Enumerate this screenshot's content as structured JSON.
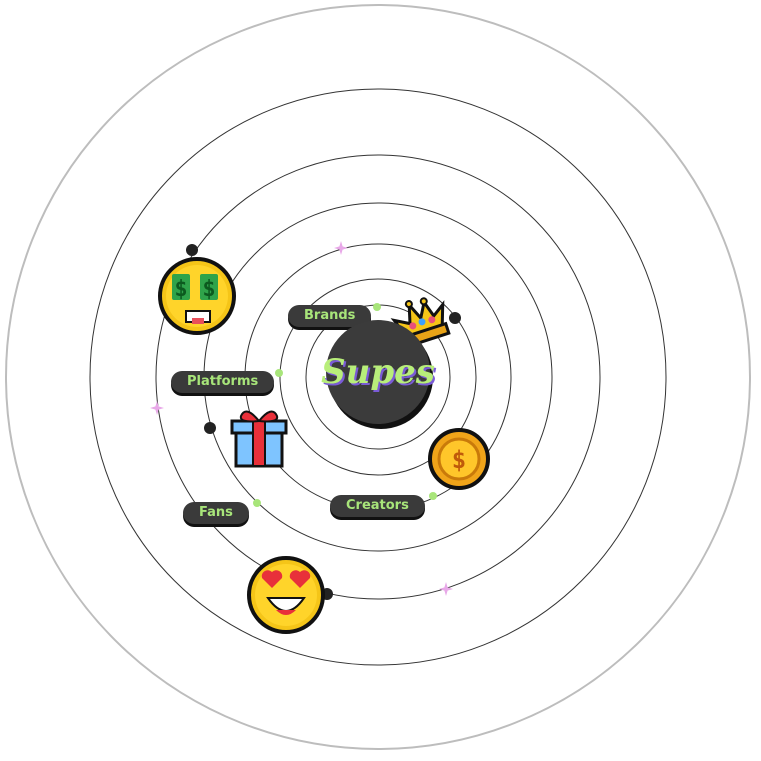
{
  "center": {
    "label": "Supes"
  },
  "nodes": [
    {
      "id": "brands",
      "label": "Brands"
    },
    {
      "id": "platforms",
      "label": "Platforms"
    },
    {
      "id": "creators",
      "label": "Creators"
    },
    {
      "id": "fans",
      "label": "Fans"
    }
  ],
  "icons": [
    "money-eyes-emoji-icon",
    "crown-icon",
    "gift-box-icon",
    "dollar-coin-icon",
    "heart-eyes-emoji-icon",
    "sparkle-icon"
  ],
  "colors": {
    "pill_bg": "#3a3a3a",
    "pill_text": "#a8e57a",
    "accent_green": "#a8e57a",
    "sparkle": "#e8a8e8",
    "ring": "#333333",
    "center_text": "#b8ee7a"
  }
}
